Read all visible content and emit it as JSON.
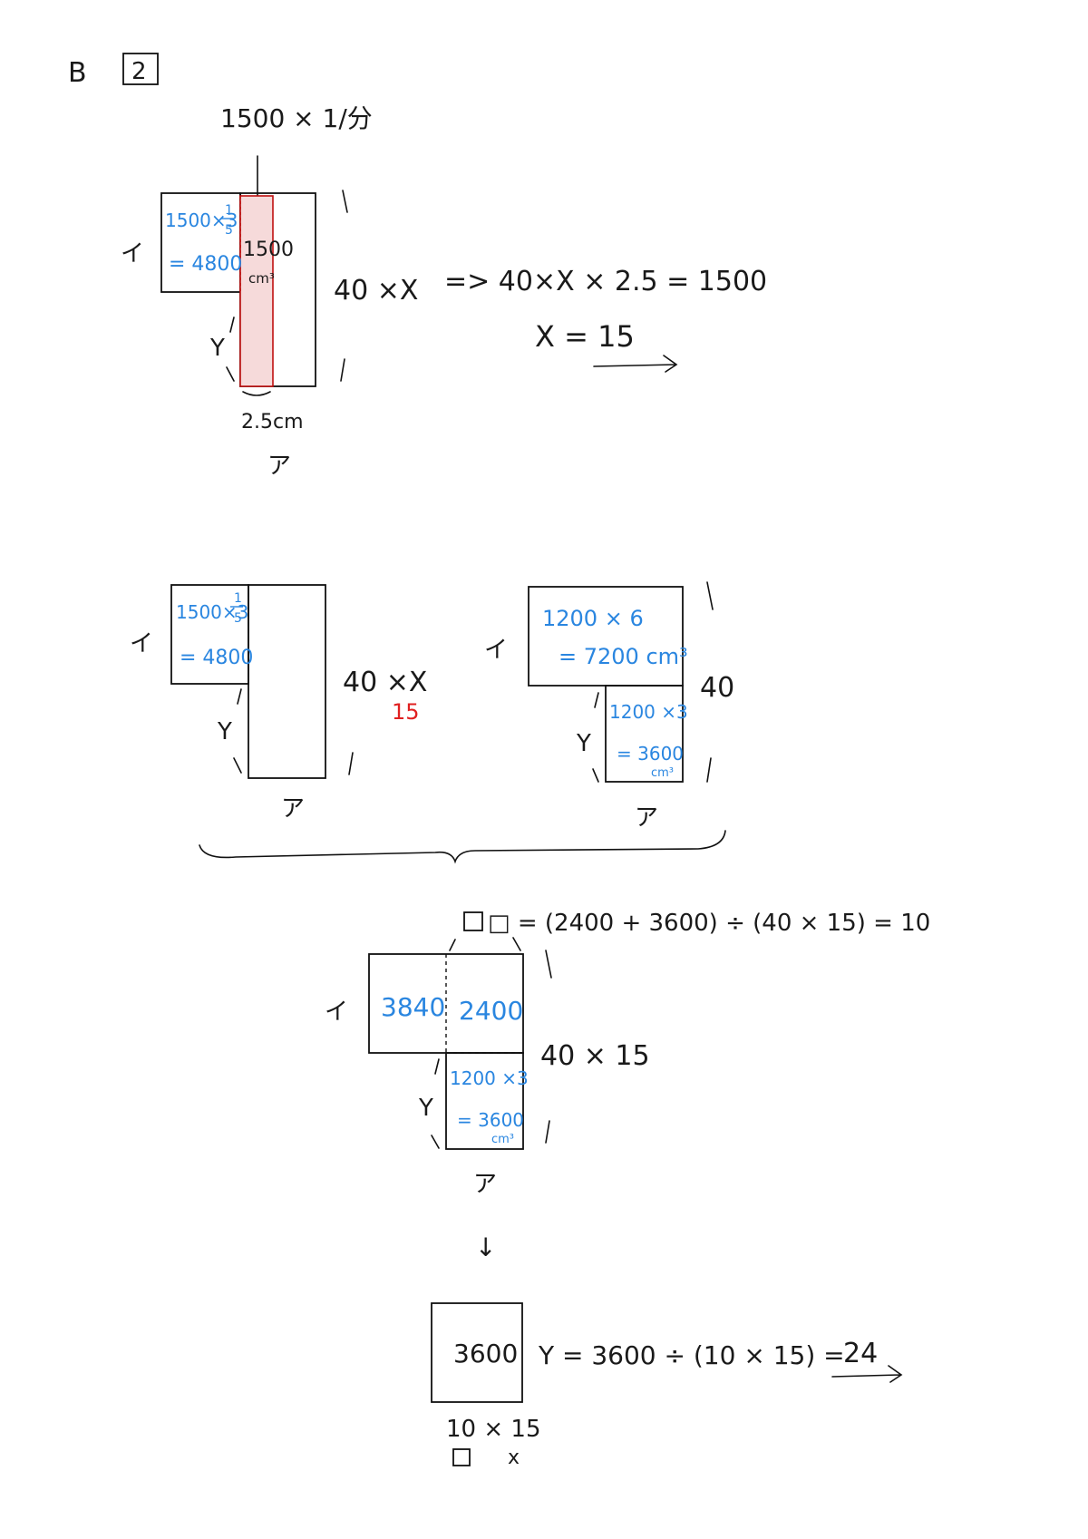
{
  "header": {
    "section": "B",
    "problem_number": "2"
  },
  "part1": {
    "top_label": "1500 × 1/分",
    "i_label": "イ",
    "i_calc_line1": "1500×3",
    "i_calc_frac_num": "1",
    "i_calc_frac_den": "5",
    "i_calc_line2": "= 4800",
    "strip_value": "1500",
    "strip_unit": "cm³",
    "y_label": "Y",
    "width_label": "2.5cm",
    "a_label": "ア",
    "height_label": "40 ×X",
    "equation": "=> 40×X × 2.5 = 1500",
    "result": "X = 15"
  },
  "part2_left": {
    "i_label": "イ",
    "calc_line1": "1500×3",
    "calc_frac_num": "1",
    "calc_frac_den": "5",
    "calc_line2": "= 4800",
    "y_label": "Y",
    "height_label": "40 ×X",
    "red_value": "15",
    "a_label": "ア"
  },
  "part2_right": {
    "i_label": "イ",
    "top_calc_line1": "1200 × 6",
    "top_calc_line2": "= 7200 cm³",
    "height_label": "40",
    "y_label": "Y",
    "bottom_calc_line1": "1200 ×3",
    "bottom_calc_line2": "= 3600",
    "bottom_unit": "cm³",
    "a_label": "ア"
  },
  "part3": {
    "equation": "□ = (2400 + 3600) ÷ (40 × 15) = 10",
    "i_label": "イ",
    "cell_left": "3840",
    "cell_right": "2400",
    "height_label": "40 × 15",
    "y_label": "Y",
    "bottom_calc_line1": "1200 ×3",
    "bottom_calc_line2": "= 3600",
    "bottom_unit": "cm³",
    "a_label": "ア",
    "arrow": "↓"
  },
  "part4": {
    "box_value": "3600",
    "equation": "Y = 3600 ÷ (10 × 15) =",
    "answer": "24",
    "bottom_dims": "10 × 15",
    "square_symbol": "□",
    "x_symbol": "x"
  }
}
